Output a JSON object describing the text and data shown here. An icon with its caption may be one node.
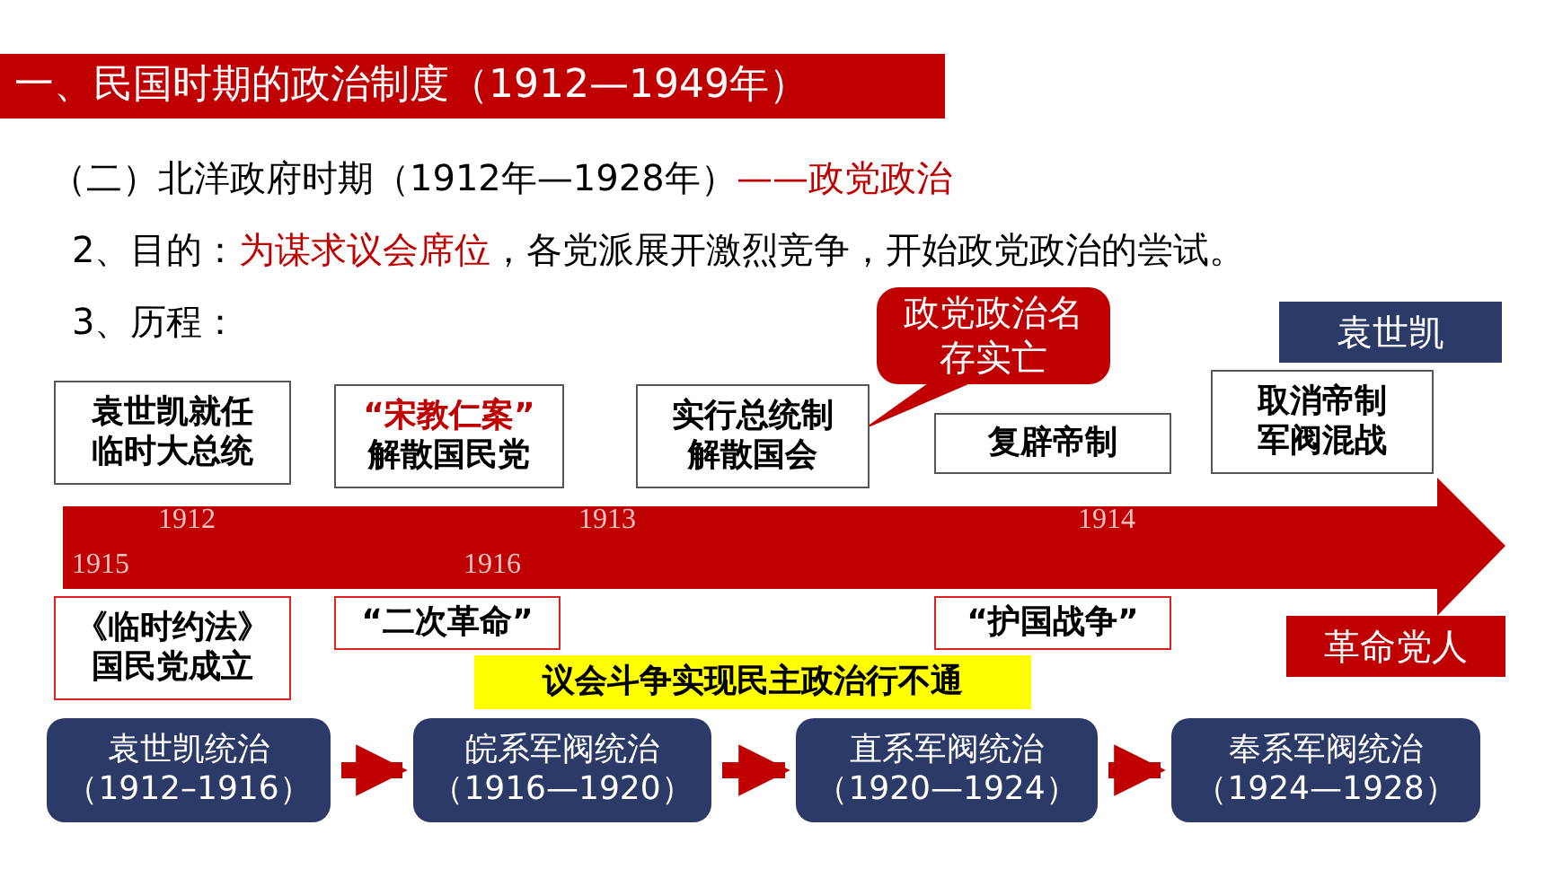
{
  "diagram": {
    "title": "一、民国时期的政治制度（1912—1949年）",
    "nodes": [
      {
        "text": [
          "袁世凯就任临时大总统"
        ]
      },
      {
        "text": [
          "“宋教仁案”",
          "解散国民党"
        ]
      },
      {
        "text": [
          "政党政治名存实亡"
        ]
      },
      {
        "text": [
          "实行总统制解散国会"
        ]
      },
      {
        "text": [
          "袁世凯"
        ]
      },
      {
        "text": [
          "复辟帝制"
        ]
      },
      {
        "text": [
          "取消帝制军阀混战"
        ]
      },
      {
        "text": [
          "《临时约法》国民党成立"
        ]
      },
      {
        "text": [
          "“二次革命”"
        ]
      },
      {
        "text": [
          "“护国战争”"
        ]
      },
      {
        "text": [
          "革命党人"
        ]
      },
      {
        "text": [
          "议会斗争实现民主政治行不通"
        ]
      },
      {
        "text": [
          "袁世凯统治",
          "（1912–1916）"
        ]
      },
      {
        "text": [
          "皖系军阀统治",
          "（1916—1920）"
        ]
      },
      {
        "text": [
          "直系军阀统治",
          "（1920—1924）"
        ]
      },
      {
        "text": [
          "奉系军阀统治",
          "（1924—1928）"
        ]
      },
      {
        "text": [
          "1912",
          "1913",
          "1914",
          "1915",
          "1916"
        ]
      }
    ],
    "edges": [
      {
        "from": 2,
        "to": 3,
        "arrow": "none"
      },
      {
        "from": 12,
        "to": 13,
        "arrow": "to"
      },
      {
        "from": 13,
        "to": 14,
        "arrow": "to"
      },
      {
        "from": 14,
        "to": 15,
        "arrow": "to"
      }
    ],
    "labels": [
      "（二）北洋政府时期（1912年—1928年）",
      "——政党政治",
      "2、目的：",
      "为谋求议会席位",
      "，各党派展开激烈竞争，开始政党政治的尝试。",
      "3、历程："
    ]
  }
}
